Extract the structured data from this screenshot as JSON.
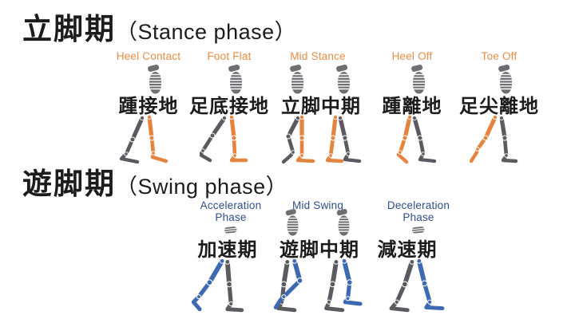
{
  "slide": {
    "background": "#FFFFFF"
  },
  "colors": {
    "heading_text": "#1C1C1C",
    "stance_accent": "#ED8C42",
    "stance_leg": "#E5843E",
    "swing_label": "#2F4E8E",
    "swing_leg": "#3D68B2",
    "bone_gray": "#5A5A60",
    "torso_gray": "#6E6E73"
  },
  "stance": {
    "title_jp": "立脚期",
    "title_en": "（Stance phase）",
    "phases": [
      {
        "en": "Heel Contact",
        "jp": "踵接地"
      },
      {
        "en": "Foot Flat",
        "jp": "足底接地"
      },
      {
        "en": "Mid Stance",
        "jp": "立脚中期"
      },
      {
        "en": "Heel Off",
        "jp": "踵離地"
      },
      {
        "en": "Toe Off",
        "jp": "足尖離地"
      }
    ]
  },
  "swing": {
    "title_jp": "遊脚期",
    "title_en": "（Swing phase）",
    "phases": [
      {
        "en": "Acceleration Phase",
        "jp": "加速期"
      },
      {
        "en": "Mid Swing",
        "jp": "遊脚中期"
      },
      {
        "en": "Deceleration Phase",
        "jp": "減速期"
      }
    ]
  },
  "icons": {
    "torso": "ribcage-torso-icon",
    "torso_small": "ribcage-torso-small-icon",
    "legs": "skeleton-legs-icon"
  }
}
